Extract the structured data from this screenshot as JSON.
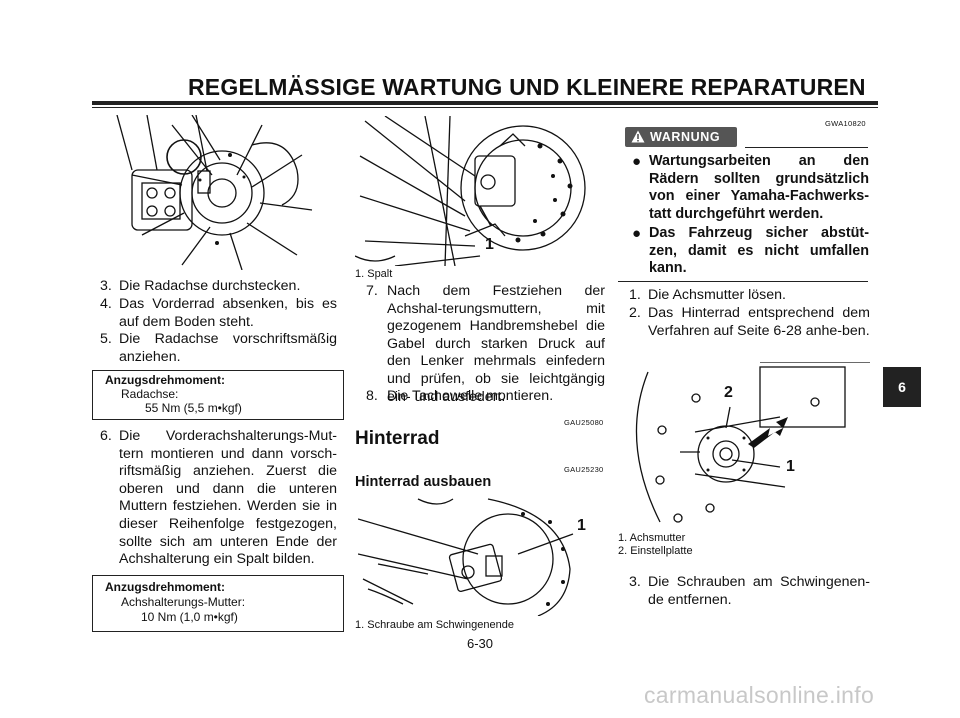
{
  "header": {
    "title": "REGELMÄSSIGE WARTUNG UND KLEINERE REPARATUREN"
  },
  "left_column": {
    "steps_a": [
      {
        "num": "3.",
        "text": "Die Radachse durchstecken."
      },
      {
        "num": "4.",
        "text": "Das Vorderrad absenken, bis es auf dem Boden steht."
      },
      {
        "num": "5.",
        "text": "Die Radachse vorschriftsmäßig anziehen."
      }
    ],
    "torque_box_1": {
      "heading": "Anzugsdrehmoment:",
      "label": "Radachse:",
      "value": "55 Nm (5,5 m•kgf)"
    },
    "step_6": {
      "num": "6.",
      "text": "Die Vorderachshalterungs-Mut-tern montieren und dann vorsch-riftsmäßig anziehen. Zuerst die oberen und dann die unteren Muttern festziehen. Werden sie in dieser Reihenfolge festgezogen, sollte sich am unteren Ende der Achshalterung ein Spalt bilden."
    },
    "torque_box_2": {
      "heading": "Anzugsdrehmoment:",
      "label": "Achshalterungs-Mutter:",
      "value": "10 Nm (1,0 m•kgf)"
    }
  },
  "middle_column": {
    "fig1_callout": "1",
    "fig1_caption": "1. Spalt",
    "step_7": {
      "num": "7.",
      "text": "Nach dem Festziehen der Achshal-terungsmuttern, mit gezogenem Handbremshebel die Gabel durch starken Druck auf den Lenker mehrmals einfedern und prüfen, ob sie leichtgängig ein- und ausfedert."
    },
    "step_8": {
      "num": "8.",
      "text": "Die Tachowelle montieren."
    },
    "code_1": "GAU25080",
    "heading": "Hinterrad",
    "code_2": "GAU25230",
    "subheading": "Hinterrad ausbauen",
    "fig2_callout": "1",
    "fig2_caption": "1. Schraube am Schwingenende"
  },
  "right_column": {
    "code": "GWA10820",
    "warning_label": "WARNUNG",
    "warning_bullets": [
      "Wartungsarbeiten an den Rädern sollten grundsätzlich von einer Yamaha-Fachwerks-tatt durchgeführt werden.",
      "Das Fahrzeug sicher abstüt-zen, damit es nicht umfallen kann."
    ],
    "steps": [
      {
        "num": "1.",
        "text": "Die Achsmutter lösen."
      },
      {
        "num": "2.",
        "text": "Das Hinterrad entsprechend dem Verfahren auf Seite 6-28 anhe-ben."
      }
    ],
    "fig_callout_1": "1",
    "fig_callout_2": "2",
    "fig_captions": [
      "1. Achsmutter",
      "2. Einstellplatte"
    ],
    "step_3": {
      "num": "3.",
      "text": "Die Schrauben am Schwingenen-de entfernen."
    }
  },
  "side_tab": "6",
  "page_number": "6-30",
  "watermark": "carmanualsonline.info"
}
